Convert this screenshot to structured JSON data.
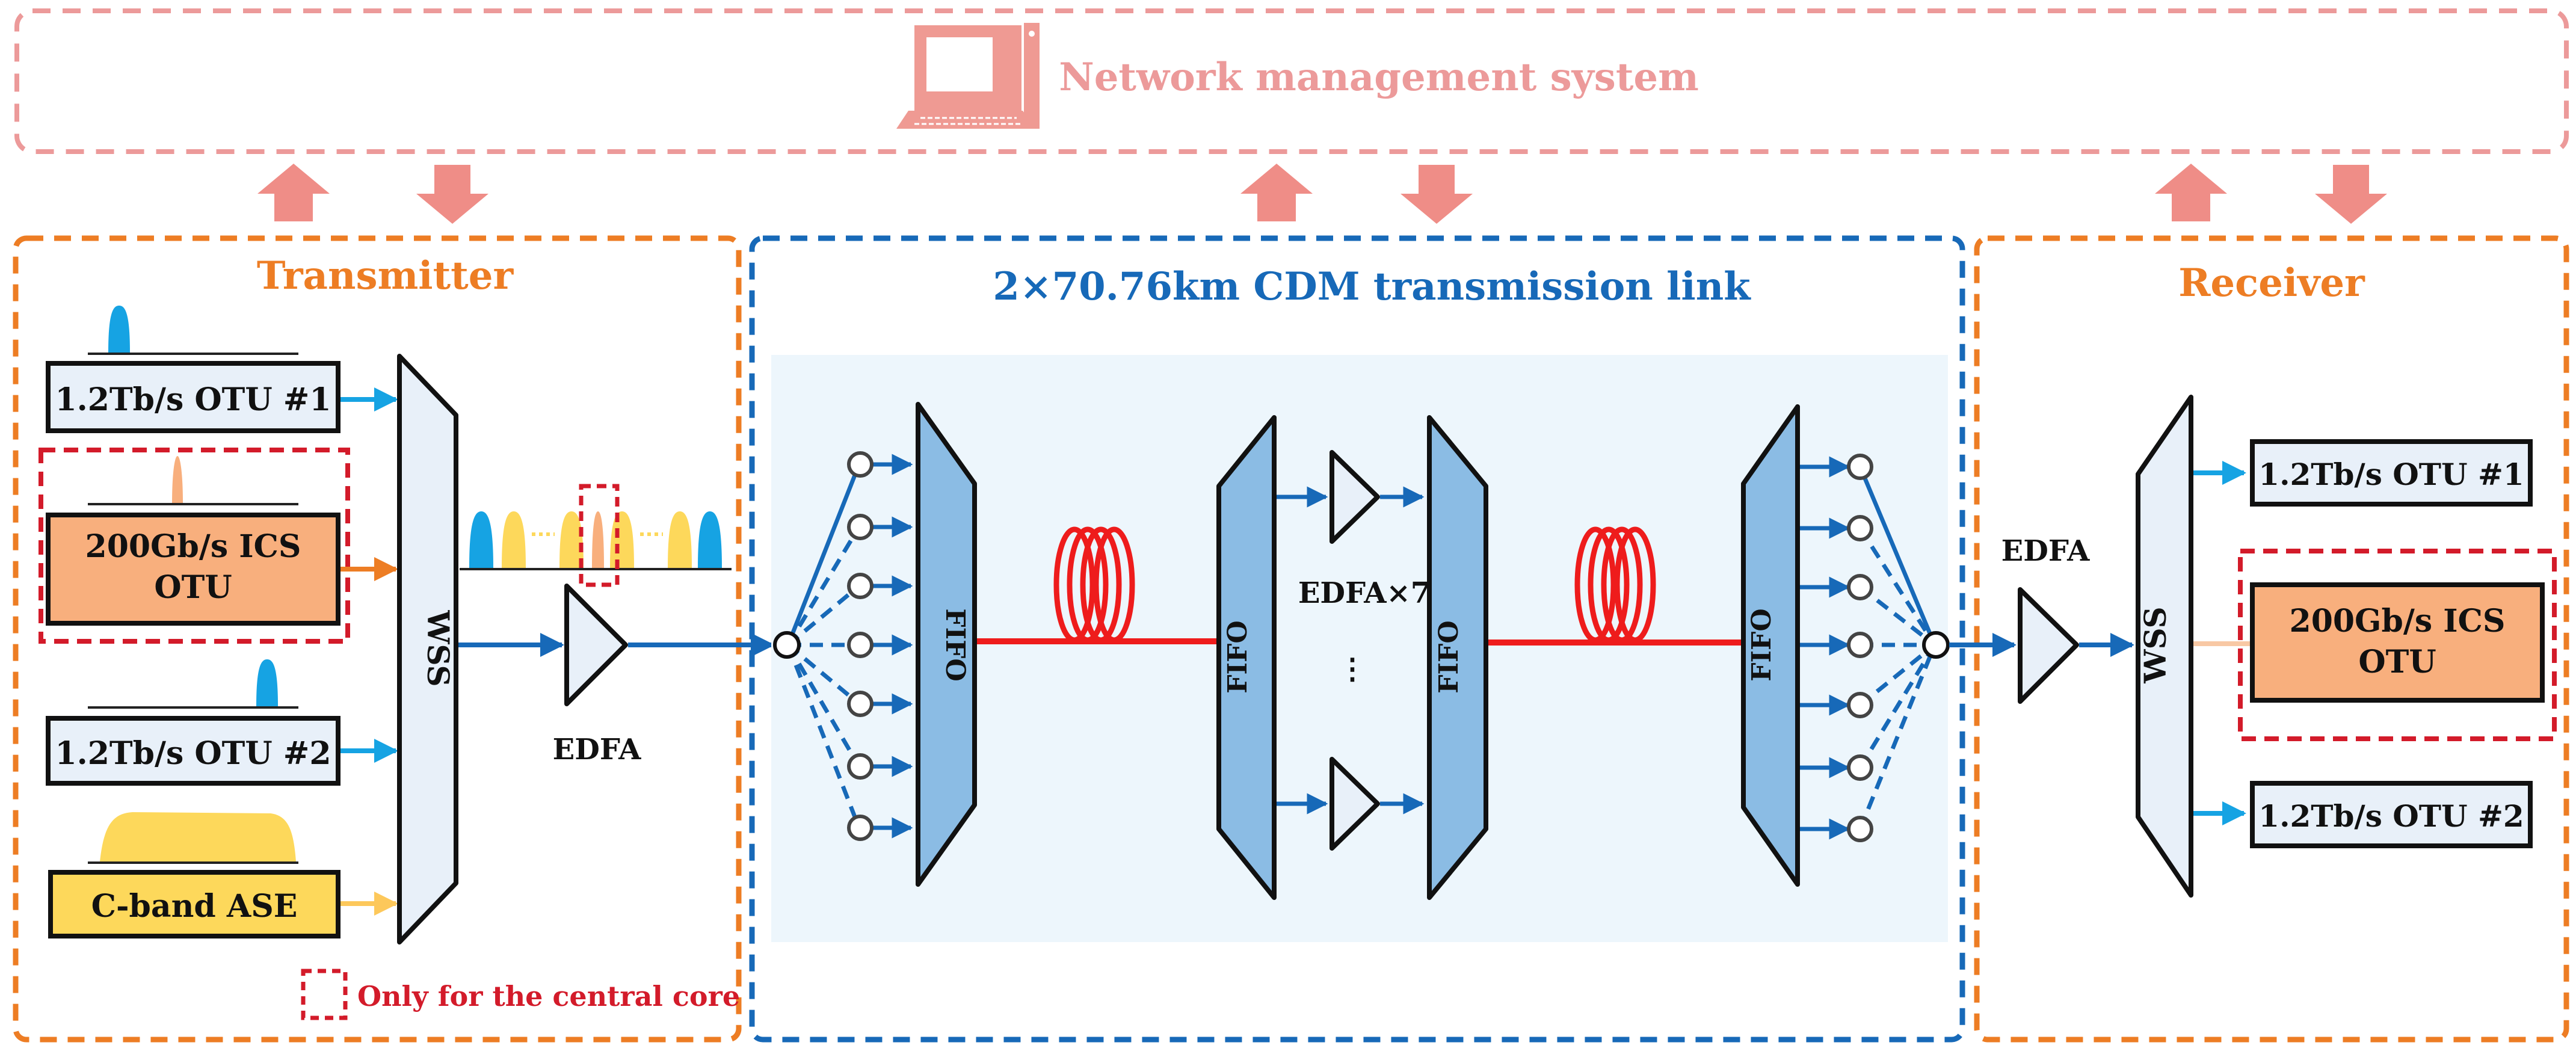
{
  "nms": {
    "title": "Network management system",
    "icon": "computer-icon"
  },
  "colors": {
    "nms_pink": "#ec9a9a",
    "arrow_pink": "#ef8d87",
    "tx_rx_orange": "#ed7d24",
    "link_blue": "#1769b8",
    "cyan_arrow": "#16a3e3",
    "otu_orange": "#f8af7d",
    "ase_yellow": "#fdd85b",
    "fifo_blue": "#8bbce4",
    "fiber_red": "#ee1c1c",
    "central_core_red": "#d31b2a",
    "pale_blue_bg": "#edf6fc"
  },
  "transmitter": {
    "title": "Transmitter",
    "otu1": "1.2Tb/s OTU #1",
    "ics_line1": "200Gb/s ICS",
    "ics_line2": "OTU",
    "otu2": "1.2Tb/s OTU #2",
    "ase": "C-band ASE",
    "wss": "WSS",
    "edfa": "EDFA",
    "note": "Only for the central core"
  },
  "link": {
    "title": "2×70.76km CDM transmission link",
    "fifo": "FIFO",
    "edfa_label": "EDFA×7",
    "ellipsis": "⋮"
  },
  "receiver": {
    "title": "Receiver",
    "edfa": "EDFA",
    "wss": "WSS",
    "otu1": "1.2Tb/s OTU #1",
    "ics_line1": "200Gb/s ICS",
    "ics_line2": "OTU",
    "otu2": "1.2Tb/s OTU #2"
  }
}
